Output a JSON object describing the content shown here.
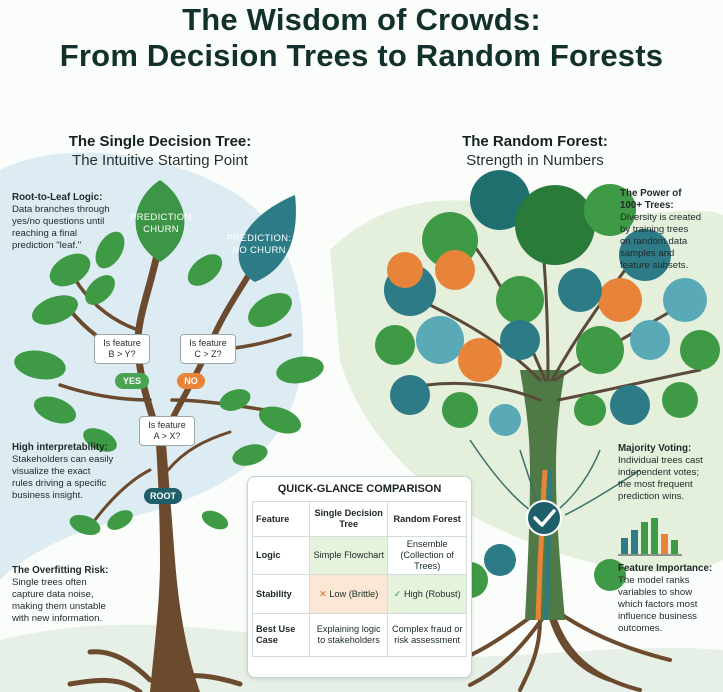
{
  "title": {
    "line1": "The Wisdom of Crowds:",
    "line2": "From Decision Trees to Random Forests"
  },
  "left_section": {
    "title": "The Single Decision Tree:",
    "subtitle": "The Intuitive Starting Point"
  },
  "right_section": {
    "title": "The Random Forest:",
    "subtitle": "Strength in Numbers"
  },
  "decision_tree": {
    "prediction_churn": [
      "PREDICTION:",
      "CHURN"
    ],
    "prediction_no_churn": [
      "PREDICTION:",
      "NO CHURN"
    ],
    "node_b_y": [
      "Is feature",
      "B > Y?"
    ],
    "node_c_z": [
      "Is feature",
      "C > Z?"
    ],
    "node_a_x": [
      "Is feature",
      "A > X?"
    ],
    "yes_label": "YES",
    "no_label": "NO",
    "root_label": "ROOT"
  },
  "notes": {
    "root_to_leaf": {
      "title": "Root-to-Leaf Logic:",
      "lines": [
        "Data branches through",
        "yes/no questions until",
        "reaching a final",
        "prediction \"leaf.\""
      ]
    },
    "interpretability": {
      "title": "High interpretability:",
      "lines": [
        "Stakeholders can easily",
        "visualize the exact",
        "rules driving a specific",
        "business insight."
      ]
    },
    "overfitting": {
      "title": "The Overfitting Risk:",
      "lines": [
        "Single trees often",
        "capture data noise,",
        "making them unstable",
        "with new information."
      ]
    },
    "power": {
      "title_lines": [
        "The Power of",
        "100+ Trees:"
      ],
      "lines": [
        "Diversity is created",
        "by training trees",
        "on random data",
        "samples and",
        "feature subsets."
      ]
    },
    "majority": {
      "title": "Majority Voting:",
      "lines": [
        "Individual trees cast",
        "independent votes;",
        "the most frequent",
        "prediction wins."
      ]
    },
    "importance": {
      "title": "Feature Importance:",
      "lines": [
        "The model ranks",
        "variables to show",
        "which factors most",
        "influence business",
        "outcomes."
      ]
    }
  },
  "comparison": {
    "title": "QUICK-GLANCE COMPARISON",
    "headers": [
      "Feature",
      "Single Decision Tree",
      "Random Forest"
    ],
    "rows": [
      {
        "feature": "Logic",
        "single": "Simple Flowchart",
        "forest": "Ensemble (Collection of Trees)"
      },
      {
        "feature": "Stability",
        "single": "Low (Brittle)",
        "forest": "High (Robust)"
      },
      {
        "feature": "Best Use Case",
        "single": "Explaining logic to stakeholders",
        "forest": "Complex fraud or risk assessment"
      }
    ],
    "low_icon": "x-mark-icon",
    "high_icon": "check-mark-icon"
  },
  "colors": {
    "title": "#13312c",
    "leaf_green": "#3f9a45",
    "teal": "#2c7b86",
    "orange": "#e8843a",
    "trunk": "#6b4a2e"
  },
  "icons": [
    "check-circle-icon",
    "bar-chart-icon"
  ],
  "feature_importance_bars": [
    0.35,
    0.55,
    0.8,
    1.0,
    0.45,
    0.3
  ]
}
